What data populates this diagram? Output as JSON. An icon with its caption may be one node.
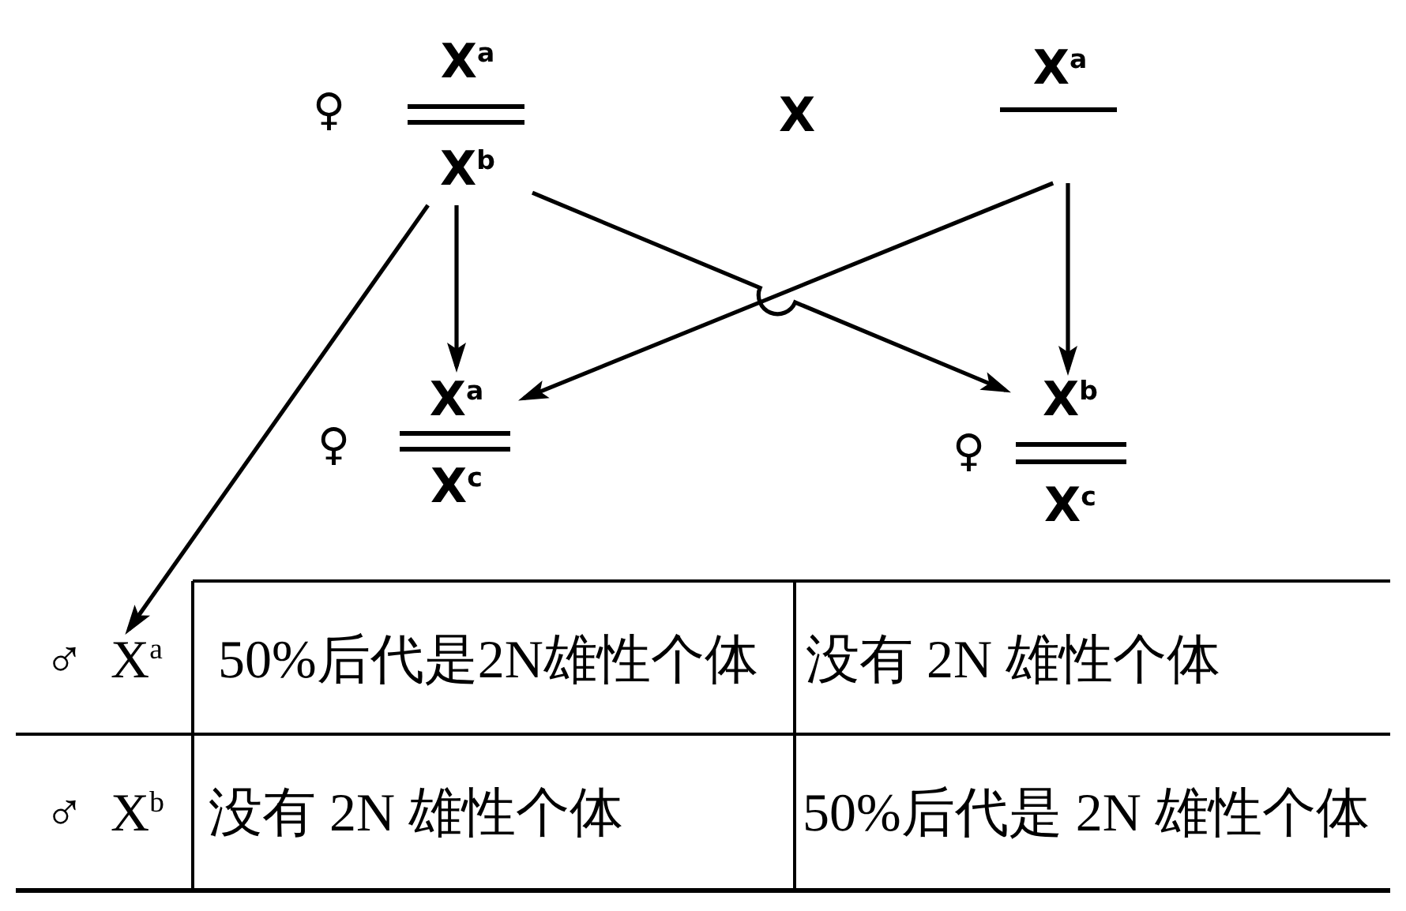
{
  "diagram": {
    "nodes": [
      {
        "text": [
          "X$^{a}$",
          "X$^{b}$"
        ],
        "beside": [
          "♀"
        ]
      },
      {
        "text": [
          "X$^{a}$"
        ]
      },
      {
        "text": [
          "X$^{a}$",
          "X$^{c}$"
        ],
        "beside": [
          "♀"
        ]
      },
      {
        "text": [
          "X$^{b}$",
          "X$^{c}$"
        ],
        "beside": [
          "♀"
        ]
      },
      {
        "text": [
          "♂ X$^{a}$"
        ]
      }
    ],
    "edges": [
      {
        "from": 0,
        "to": 2,
        "arrow": "to"
      },
      {
        "from": 0,
        "to": 3,
        "arrow": "to"
      },
      {
        "from": 1,
        "to": 2,
        "arrow": "to"
      },
      {
        "from": 1,
        "to": 3,
        "arrow": "to"
      },
      {
        "from": 0,
        "to": 4,
        "arrow": "to"
      }
    ],
    "labels": [
      "X",
      "50%后代是2N雄性个体",
      "没有 2N 雄性个体",
      "♂ X$^{b}$",
      "没有 2N 雄性个体",
      "50%后代是 2N 雄性个体"
    ]
  }
}
